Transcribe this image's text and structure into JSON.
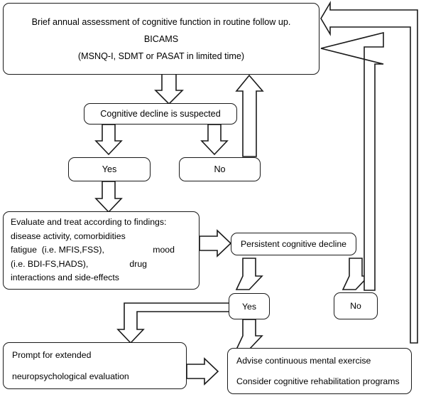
{
  "diagram": {
    "title": "Brief annual cognitive assessment follow-up algorithm",
    "stroke_color": "#1a1a1a",
    "fill_color": "#ffffff"
  },
  "nodes": {
    "top_assessment": {
      "lines": [
        "Brief annual assessment of cognitive function in routine follow up.",
        "BICAMS",
        "(MSNQ-I, SDMT or PASAT in limited time)"
      ]
    },
    "cognitive_decline_suspected": {
      "label": "Cognitive decline is suspected"
    },
    "yes_first": {
      "label": "Yes"
    },
    "no_first": {
      "label": "No"
    },
    "evaluate_and_treat": {
      "lines": [
        "Evaluate and treat according to findings:",
        "disease activity, comorbidities",
        "fatigue  (i.e. MFIS,FSS),                    mood",
        "(i.e. BDI-FS,HADS),                 drug",
        "interactions and side-effects"
      ]
    },
    "persistent_cognitive_decline": {
      "label": "Persistent cognitive decline"
    },
    "yes_second": {
      "label": "Yes"
    },
    "no_second": {
      "label": "No"
    },
    "prompt_extended": {
      "lines": [
        "Prompt for extended",
        "neuropsychological evaluation"
      ]
    },
    "advise_exercise": {
      "lines": [
        "Advise continuous mental exercise",
        "Consider cognitive rehabilitation programs"
      ]
    }
  },
  "connectors": [
    {
      "name": "top-to-suspected",
      "direction": "down"
    },
    {
      "name": "suspected-to-yes",
      "direction": "down"
    },
    {
      "name": "suspected-to-no",
      "direction": "down"
    },
    {
      "name": "no-first-back-to-top",
      "direction": "up"
    },
    {
      "name": "yes-first-to-evaluate",
      "direction": "down"
    },
    {
      "name": "evaluate-to-persistent",
      "direction": "right"
    },
    {
      "name": "persistent-to-yes",
      "direction": "down"
    },
    {
      "name": "persistent-to-no",
      "direction": "down"
    },
    {
      "name": "no-second-back-to-top",
      "direction": "up-left"
    },
    {
      "name": "yes-second-to-prompt",
      "direction": "left-down"
    },
    {
      "name": "yes-second-to-advise",
      "direction": "down"
    },
    {
      "name": "prompt-to-advise",
      "direction": "right"
    },
    {
      "name": "advise-back-to-top",
      "direction": "up-left"
    }
  ]
}
